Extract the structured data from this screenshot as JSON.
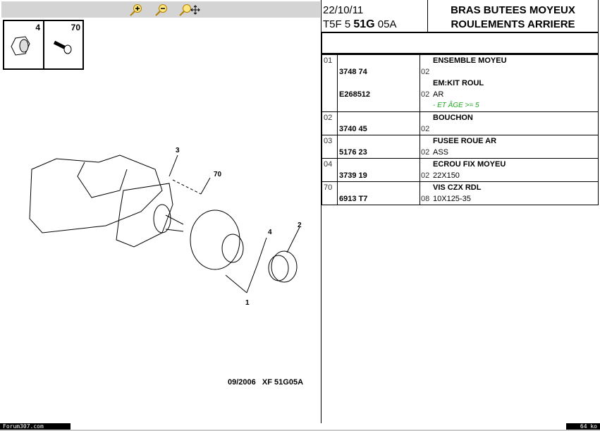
{
  "toolbar": {
    "zoom_in": "zoom-in",
    "zoom_out": "zoom-out",
    "zoom_pan": "zoom-pan"
  },
  "thumbnails": [
    {
      "num": "4"
    },
    {
      "num": "70"
    }
  ],
  "diagram": {
    "callouts": [
      "1",
      "2",
      "3",
      "4",
      "70"
    ],
    "reference": "09/2006   XF 51G05A"
  },
  "header": {
    "date": "22/10/11",
    "code_pre": "T5F 5 ",
    "code_bold": "51G",
    "code_post": " 05A",
    "title1": "BRAS BUTEES MOYEUX",
    "title2": "ROULEMENTS ARRIERE"
  },
  "rows": [
    {
      "num": "01",
      "ref1": "3748 74",
      "qty1": "02",
      "desc1": "ENSEMBLE MOYEU",
      "ref2": "E268512",
      "qty2": "02",
      "desc2": "EM:KIT ROUL",
      "sub2": "AR",
      "note": "- ET ÂGE >= 5"
    },
    {
      "num": "02",
      "ref": "3740 45",
      "qty": "02",
      "desc": "BOUCHON",
      "sub": ""
    },
    {
      "num": "03",
      "ref": "5176 23",
      "qty": "02",
      "desc": "FUSEE ROUE AR",
      "sub": "ASS"
    },
    {
      "num": "04",
      "ref": "3739 19",
      "qty": "02",
      "desc": "ECROU FIX MOYEU",
      "sub": "22X150"
    },
    {
      "num": "70",
      "ref": "6913 T7",
      "qty": "08",
      "desc": "VIS CZX RDL",
      "sub": "10X125-35"
    }
  ],
  "footer": {
    "site": "Forum307.com",
    "size": "64 ko"
  },
  "colors": {
    "toolbar": "#d4d4d4",
    "note": "#22aa22"
  }
}
